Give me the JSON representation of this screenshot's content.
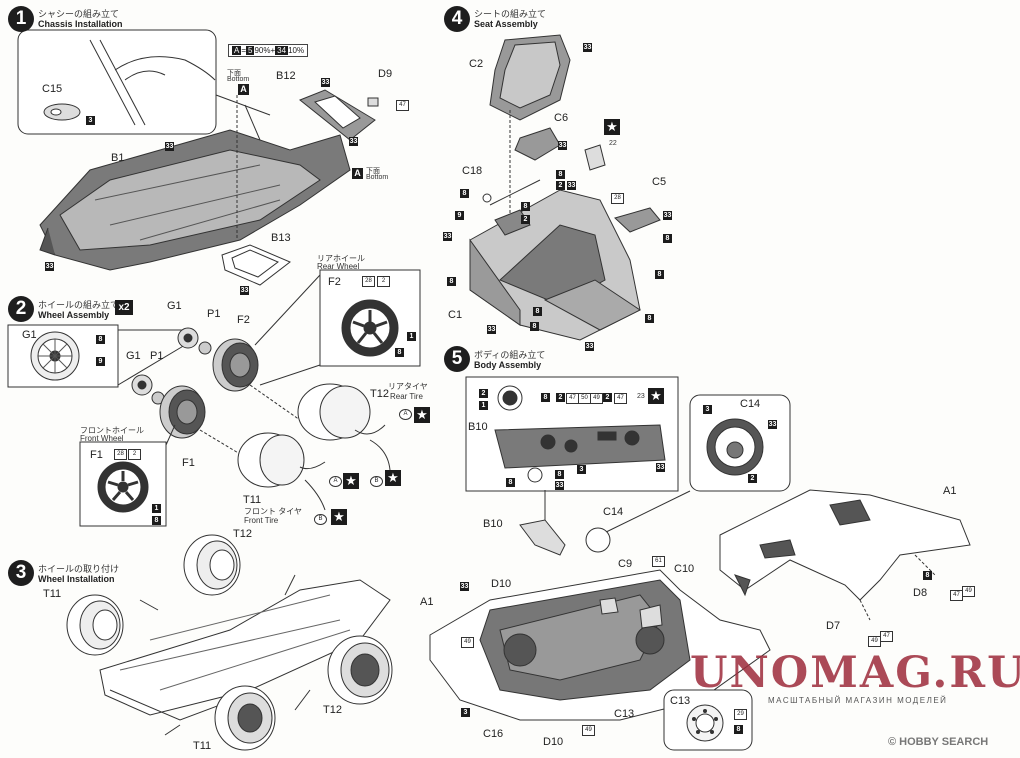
{
  "sections": [
    {
      "num": "1",
      "jp": "シャシーの組み立て",
      "en": "Chassis Installation"
    },
    {
      "num": "2",
      "jp": "ホイールの組み立て",
      "en": "Wheel Assembly",
      "multiplier": "x2"
    },
    {
      "num": "3",
      "jp": "ホイールの取り付け",
      "en": "Wheel Installation"
    },
    {
      "num": "4",
      "jp": "シートの組み立て",
      "en": "Seat Assembly"
    },
    {
      "num": "5",
      "jp": "ボディの組み立て",
      "en": "Body Assembly"
    }
  ],
  "color_mix": {
    "a": "A",
    "eq": "=",
    "c1": "5",
    "p1": "90%+",
    "c2": "34",
    "p2": "10%"
  },
  "bottom_jp": "下面",
  "bottom_en": "Bottom",
  "parts": {
    "c15": "C15",
    "b1": "B1",
    "b12": "B12",
    "d9": "D9",
    "b13": "B13",
    "a": "A",
    "g1": "G1",
    "p1": "P1",
    "f1": "F1",
    "f2": "F2",
    "t11": "T11",
    "t12": "T12",
    "c2": "C2",
    "c5": "C5",
    "c6": "C6",
    "c18": "C18",
    "c1": "C1",
    "b10": "B10",
    "c14": "C14",
    "a1": "A1",
    "d7": "D7",
    "d8": "D8",
    "d10": "D10",
    "c9": "C9",
    "c10": "C10",
    "c13": "C13",
    "c16": "C16",
    "circle_a": "A",
    "circle_b": "B"
  },
  "rear_wheel": {
    "jp": "リアホイール",
    "en": "Rear Wheel"
  },
  "front_wheel": {
    "jp": "フロントホイール",
    "en": "Front Wheel"
  },
  "rear_tire": {
    "jp": "リアタイヤ",
    "en": "Rear Tire"
  },
  "front_tire": {
    "jp": "フロント タイヤ",
    "en": "Front Tire"
  },
  "colors": {
    "c3": "3",
    "c33": "33",
    "c47": "47",
    "c8": "8",
    "c9": "9",
    "c1": "1",
    "c2": "2",
    "c28": "28",
    "c22": "22",
    "c49": "49",
    "c50": "50",
    "c23": "23",
    "c61": "61",
    "c29": "29"
  },
  "star_glyph": "★",
  "watermark": {
    "main": "UNOMAG.RU",
    "sub": "МАСШТАБНЫЙ МАГАЗИН МОДЕЛЕЙ"
  },
  "hobby_search": {
    "prefix": "©",
    "brand": "HOBBY SEARCH"
  }
}
